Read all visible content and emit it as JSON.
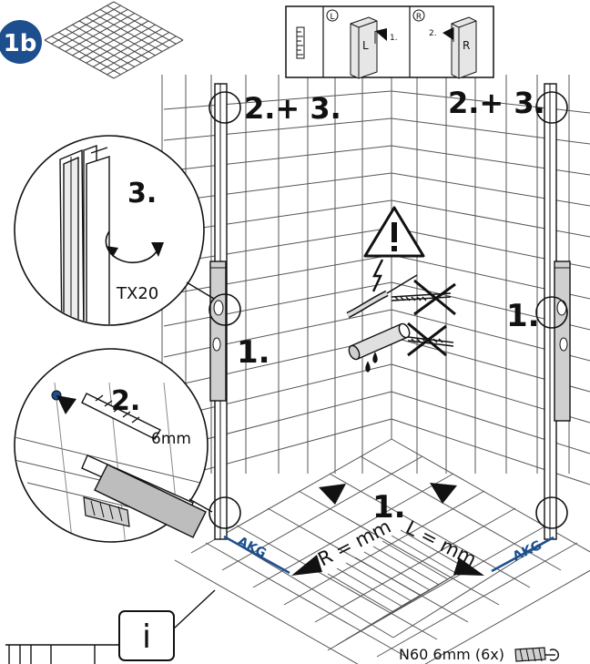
{
  "step_badge": "1b",
  "legend": {
    "left_letter": "L",
    "right_letter": "R",
    "left_circle": "L",
    "right_circle": "R",
    "left_step": "1.",
    "right_step": "2."
  },
  "corner_labels": {
    "top_left": "2.+ 3.",
    "top_right": "2.+ 3."
  },
  "detail_top": {
    "step": "3.",
    "tool": "TX20"
  },
  "detail_bottom": {
    "step": "2.",
    "drill_size": "6mm"
  },
  "profile_steps": {
    "left": "1.",
    "right": "1."
  },
  "floor": {
    "step": "1.",
    "left_measure": "R = mm",
    "right_measure": "L = mm",
    "left_brand": "AKG",
    "right_brand": "AKG"
  },
  "footer": {
    "anchors": "N60 6mm (6x)",
    "info_symbol": "i"
  },
  "colors": {
    "ink": "#111111",
    "badge": "#1d4f8f",
    "brand": "#1d4f8f",
    "tile_line": "#4a4a4a"
  }
}
